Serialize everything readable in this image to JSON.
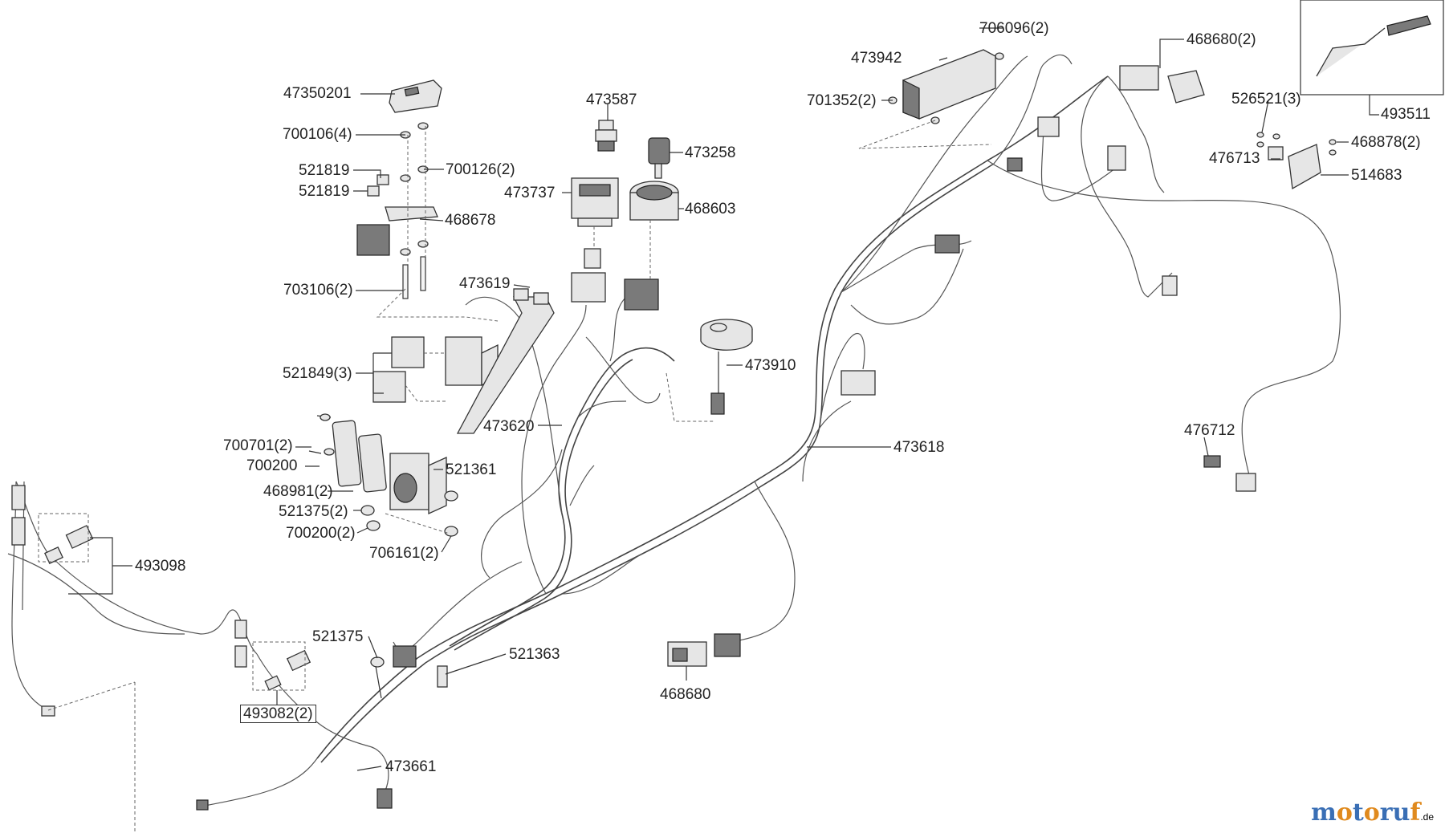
{
  "parts": [
    {
      "id": "47350201",
      "text": "47350201"
    },
    {
      "id": "700106",
      "text": "700106(4)"
    },
    {
      "id": "521819a",
      "text": "521819"
    },
    {
      "id": "521819b",
      "text": "521819"
    },
    {
      "id": "700126",
      "text": "700126(2)"
    },
    {
      "id": "468678",
      "text": "468678"
    },
    {
      "id": "703106",
      "text": "703106(2)"
    },
    {
      "id": "473587",
      "text": "473587"
    },
    {
      "id": "473258",
      "text": "473258"
    },
    {
      "id": "473737",
      "text": "473737"
    },
    {
      "id": "468603",
      "text": "468603"
    },
    {
      "id": "473619",
      "text": "473619"
    },
    {
      "id": "473910",
      "text": "473910"
    },
    {
      "id": "521849",
      "text": "521849(3)"
    },
    {
      "id": "473620",
      "text": "473620"
    },
    {
      "id": "700701",
      "text": "700701(2)"
    },
    {
      "id": "700200a",
      "text": "700200"
    },
    {
      "id": "521361",
      "text": "521361"
    },
    {
      "id": "468981",
      "text": "468981(2)"
    },
    {
      "id": "521375a",
      "text": "521375(2)"
    },
    {
      "id": "700200b",
      "text": "700200(2)"
    },
    {
      "id": "706161",
      "text": "706161(2)"
    },
    {
      "id": "493098",
      "text": "493098"
    },
    {
      "id": "521375b",
      "text": "521375"
    },
    {
      "id": "521363",
      "text": "521363"
    },
    {
      "id": "493082",
      "text": "493082(2)"
    },
    {
      "id": "473661",
      "text": "473661"
    },
    {
      "id": "468680b",
      "text": "468680"
    },
    {
      "id": "473618",
      "text": "473618"
    },
    {
      "id": "706096",
      "text": "706096(2)"
    },
    {
      "id": "473942",
      "text": "473942"
    },
    {
      "id": "701352",
      "text": "701352(2)"
    },
    {
      "id": "468680a",
      "text": "468680(2)"
    },
    {
      "id": "493511",
      "text": "493511"
    },
    {
      "id": "526521",
      "text": "526521(3)"
    },
    {
      "id": "468878",
      "text": "468878(2)"
    },
    {
      "id": "476713",
      "text": "476713"
    },
    {
      "id": "514683",
      "text": "514683"
    },
    {
      "id": "476712",
      "text": "476712"
    }
  ],
  "watermark": {
    "parts": [
      {
        "t": "m",
        "c": "#3a6fb5"
      },
      {
        "t": "o",
        "c": "#e08a1e"
      },
      {
        "t": "t",
        "c": "#3a6fb5"
      },
      {
        "t": "o",
        "c": "#e08a1e"
      },
      {
        "t": "r",
        "c": "#3a6fb5"
      },
      {
        "t": "u",
        "c": "#3a6fb5"
      },
      {
        "t": "f",
        "c": "#e08a1e"
      }
    ],
    "domain": ".de"
  }
}
